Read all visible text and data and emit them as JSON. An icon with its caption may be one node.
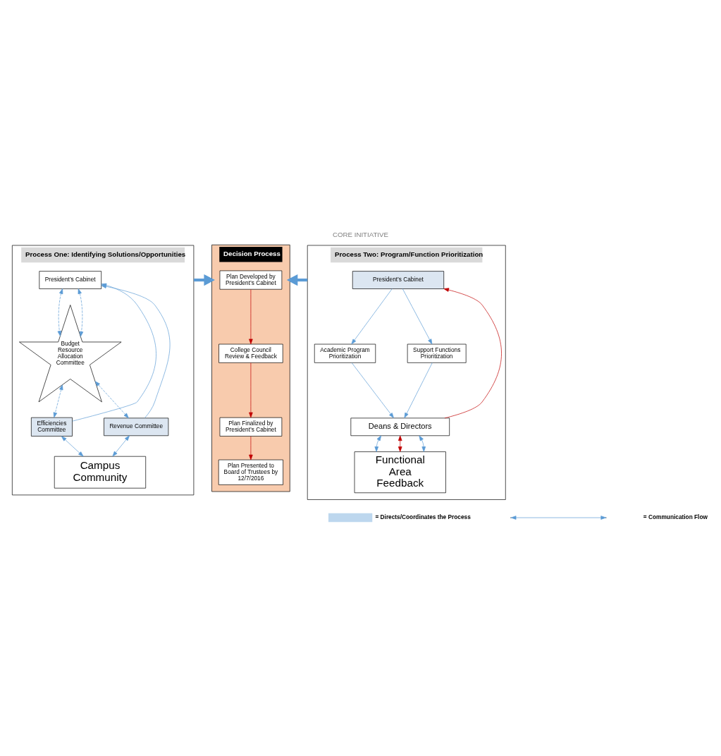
{
  "diagram": {
    "title": "CORE INITIATIVE",
    "nodes": [
      {
        "text": [
          "Process One: Identifying Solutions/Opportunities"
        ]
      },
      {
        "text": [
          "Decision Process"
        ]
      },
      {
        "text": [
          "Process Two: Program/Function Prioritization"
        ]
      },
      {
        "text": [
          "President’s Cabinet"
        ],
        "in": 0
      },
      {
        "text": [
          "Budget Resource Allocation Committee"
        ],
        "in": 0
      },
      {
        "text": [
          "Efficiencies Committee"
        ],
        "in": 0
      },
      {
        "text": [
          "Revenue Committee"
        ],
        "in": 0
      },
      {
        "text": [
          "Campus Community"
        ],
        "in": 0
      },
      {
        "text": [
          "Plan Developed by President’s Cabinet"
        ],
        "in": 1
      },
      {
        "text": [
          "College Council Review & Feedback"
        ],
        "in": 1
      },
      {
        "text": [
          "Plan Finalized by President’s Cabinet"
        ],
        "in": 1
      },
      {
        "text": [
          "Plan Presented to Board of Trustees by 12/7/2016"
        ],
        "in": 1
      },
      {
        "text": [
          "President’s Cabinet"
        ],
        "in": 2
      },
      {
        "text": [
          "Academic Program Prioritization"
        ],
        "in": 2
      },
      {
        "text": [
          "Support Functions Prioritization"
        ],
        "in": 2
      },
      {
        "text": [
          "Deans & Directors"
        ],
        "in": 2
      },
      {
        "text": [
          "Functional Area Feedback"
        ],
        "in": 2
      }
    ],
    "edges": [
      {
        "from": 0,
        "to": 1,
        "arrow": "to",
        "style": "thick"
      },
      {
        "from": 2,
        "to": 1,
        "arrow": "to",
        "style": "thick"
      },
      {
        "from": 5,
        "to": 3,
        "arrow": "to"
      },
      {
        "from": 6,
        "to": 3,
        "arrow": "to"
      },
      {
        "from": 3,
        "to": 4,
        "arrow": "both",
        "style": "dashed"
      },
      {
        "from": 3,
        "to": 4,
        "arrow": "both",
        "style": "dashed"
      },
      {
        "from": 4,
        "to": 5,
        "arrow": "both",
        "style": "dashed"
      },
      {
        "from": 4,
        "to": 6,
        "arrow": "both",
        "style": "dashed"
      },
      {
        "from": 5,
        "to": 7,
        "arrow": "both"
      },
      {
        "from": 6,
        "to": 7,
        "arrow": "both"
      },
      {
        "from": 8,
        "to": 9,
        "arrow": "to",
        "color": "#c00000"
      },
      {
        "from": 9,
        "to": 10,
        "arrow": "to",
        "color": "#c00000"
      },
      {
        "from": 10,
        "to": 11,
        "arrow": "to",
        "color": "#c00000"
      },
      {
        "from": 12,
        "to": 13,
        "arrow": "to"
      },
      {
        "from": 12,
        "to": 14,
        "arrow": "to"
      },
      {
        "from": 13,
        "to": 15,
        "arrow": "to"
      },
      {
        "from": 14,
        "to": 15,
        "arrow": "to"
      },
      {
        "from": 15,
        "to": 12,
        "arrow": "to",
        "color": "#c00000"
      },
      {
        "from": 15,
        "to": 16,
        "arrow": "both"
      },
      {
        "from": 15,
        "to": 16,
        "arrow": "both",
        "color": "#c00000"
      },
      {
        "from": 15,
        "to": 16,
        "arrow": "both"
      }
    ],
    "legend": [
      {
        "text": "= Directs/Coordinates the Process",
        "color": "#bdd7ee"
      },
      {
        "text": "= Communication Flow"
      }
    ]
  }
}
